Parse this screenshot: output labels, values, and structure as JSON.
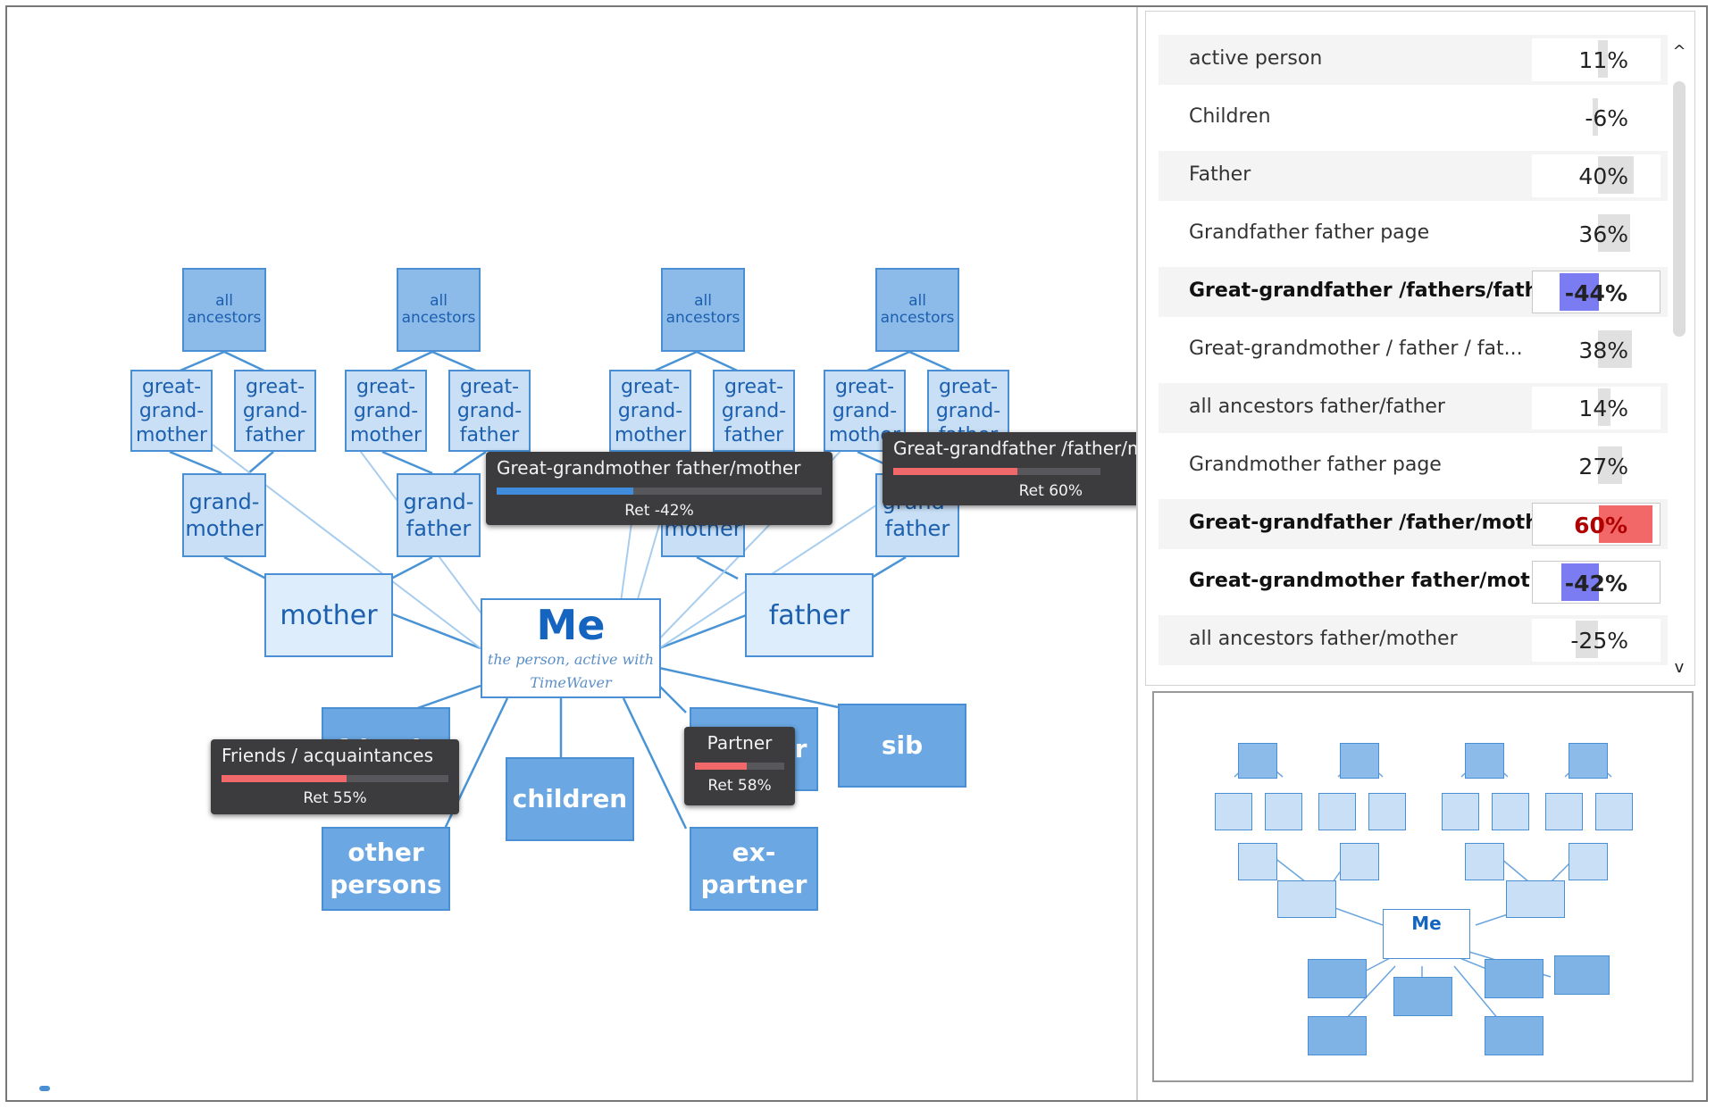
{
  "graph": {
    "all_ancestors": "all ancestors",
    "great_grandmother": "great-grand-mother",
    "great_grandfather": "great-grand-father",
    "grandmother": "grand-mother",
    "grandfather": "grand-father",
    "mother": "mother",
    "father": "father",
    "me_title": "Me",
    "me_subtitle": "the person, active with TimeWaver",
    "friends": "friends",
    "partner": "partner",
    "sib": "sib",
    "children": "children",
    "other_persons": "other persons",
    "ex_partner": "ex-partner"
  },
  "tooltips": {
    "ggm": {
      "title": "Great-grandmother father/mother",
      "ret": "Ret -42%",
      "fill": 0.42,
      "color": "#3f8ddc"
    },
    "ggf": {
      "title": "Great-grandfather /father/mother",
      "ret": "Ret 60%",
      "fill": 0.6,
      "color": "#f0686a"
    },
    "friends": {
      "title": "Friends / acquaintances",
      "ret": "Ret 55%",
      "fill": 0.55,
      "color": "#f0686a"
    },
    "partner": {
      "title": "Partner",
      "ret": "Ret 58%",
      "fill": 0.58,
      "color": "#f0686a"
    }
  },
  "list": {
    "rows": [
      {
        "label": "active person",
        "value": "11%",
        "bold": false,
        "level": 0.11,
        "color": "#e0e0e0"
      },
      {
        "label": "Children",
        "value": "-6%",
        "bold": false,
        "level": -0.06,
        "color": "#e0e0e0"
      },
      {
        "label": "Father",
        "value": "40%",
        "bold": false,
        "level": 0.4,
        "color": "#e0e0e0"
      },
      {
        "label": "Grandfather father page",
        "value": "36%",
        "bold": false,
        "level": 0.36,
        "color": "#e0e0e0"
      },
      {
        "label": "Great-grandfather /fathers/father",
        "value": "-44%",
        "bold": true,
        "level": -0.44,
        "color": "#7b7cf2"
      },
      {
        "label": "Great-grandmother / father / fat...",
        "value": "38%",
        "bold": false,
        "level": 0.38,
        "color": "#e0e0e0"
      },
      {
        "label": "all ancestors father/father",
        "value": "14%",
        "bold": false,
        "level": 0.14,
        "color": "#e0e0e0"
      },
      {
        "label": "Grandmother father page",
        "value": "27%",
        "bold": false,
        "level": 0.27,
        "color": "#e0e0e0"
      },
      {
        "label": "Great-grandfather /father/mother",
        "value": "60%",
        "bold": true,
        "level": 0.6,
        "color": "#f26868",
        "text_color": "#b00000"
      },
      {
        "label": "Great-grandmother father/mot...",
        "value": "-42%",
        "bold": true,
        "level": -0.42,
        "color": "#7b7cf2"
      },
      {
        "label": "all ancestors father/mother",
        "value": "-25%",
        "bold": false,
        "level": -0.25,
        "color": "#e0e0e0"
      }
    ],
    "scroll_up": "^",
    "scroll_down": "v"
  },
  "minimap": {
    "me_title": "Me"
  }
}
